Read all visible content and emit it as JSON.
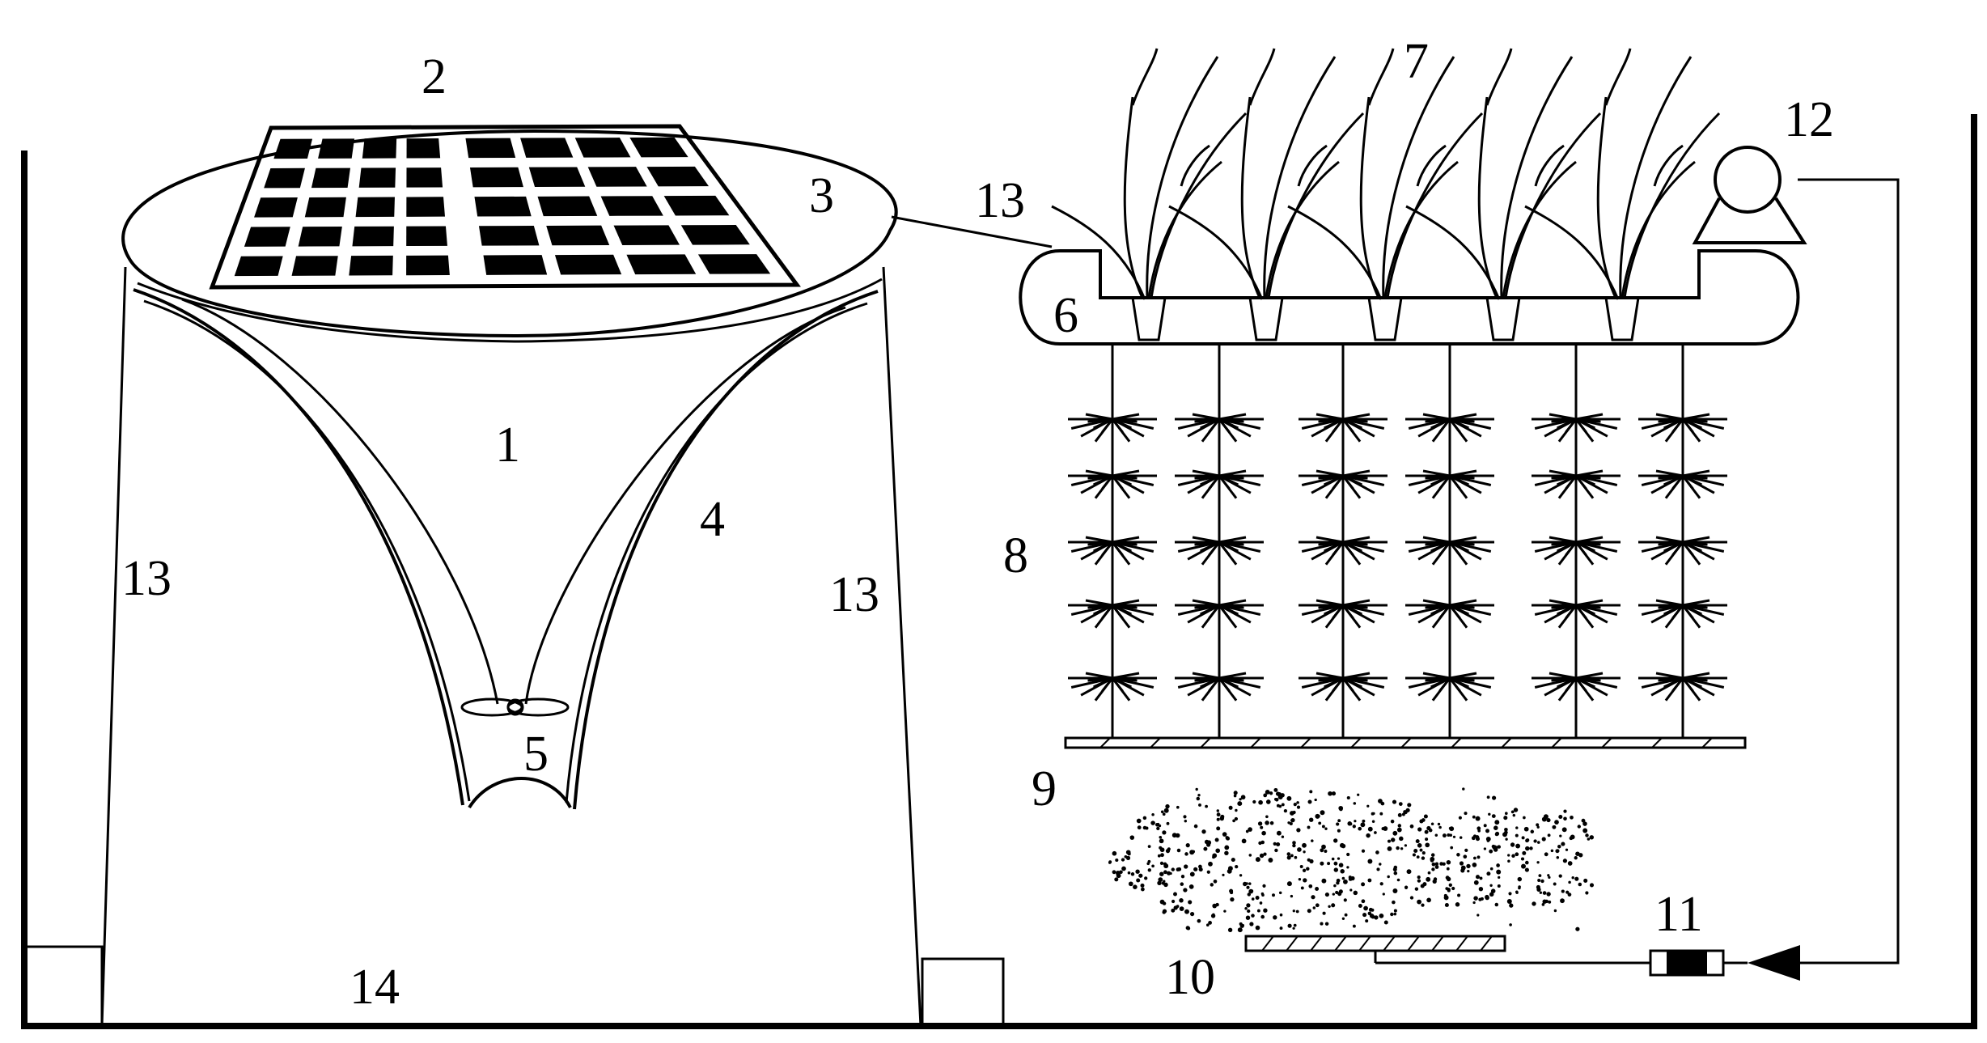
{
  "labels": {
    "l1": "1",
    "l2": "2",
    "l3": "3",
    "l4": "4",
    "l5": "5",
    "l6": "6",
    "l7": "7",
    "l8": "8",
    "l9": "9",
    "l10": "10",
    "l11": "11",
    "l12": "12",
    "l13_left": "13",
    "l13_right": "13",
    "l13_top": "13",
    "l14": "14"
  },
  "colors": {
    "line": "#000000",
    "background": "#ffffff",
    "panel_cell": "#000000"
  },
  "icons": {
    "solar_panel": "solar-panel-icon",
    "pump": "pump-icon",
    "filter": "filter-cartridge-icon",
    "plant": "plant-icon",
    "root": "root-cluster-icon"
  }
}
